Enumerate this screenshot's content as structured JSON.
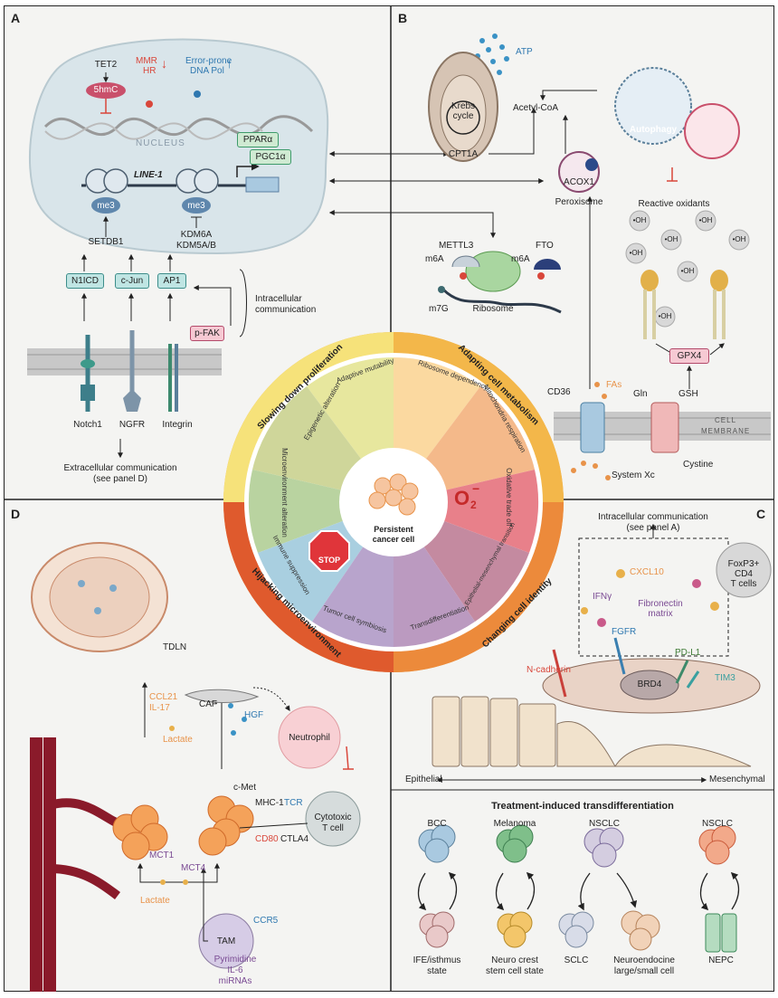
{
  "panel_a": {
    "letter": "A",
    "tet2": "TET2",
    "fivehmc": "5hmC",
    "mmr": "MMR",
    "hr": "HR",
    "error_prone": "Error-prone",
    "dna_pol": "DNA Pol",
    "nucleus": "NUCLEUS",
    "ppara": "PPARα",
    "pgc1a": "PGC1α",
    "line1": "LINE-1",
    "me3_left": "me3",
    "me3_right": "me3",
    "setdb1": "SETDB1",
    "kdm6a": "KDM6A",
    "kdm5ab": "KDM5A/B",
    "n1icd": "N1ICD",
    "cjun": "c-Jun",
    "ap1": "AP1",
    "pfak": "p-FAK",
    "intracellular": "Intracellular",
    "communication": "communication",
    "notch1": "Notch1",
    "ngfr": "NGFR",
    "integrin": "Integrin",
    "extracellular": "Extracellular communication",
    "see_panel_d": "(see panel D)"
  },
  "panel_b": {
    "letter": "B",
    "atp": "ATP",
    "krebs": "Krebs",
    "cycle": "cycle",
    "cpt1a": "CPT1A",
    "acetyl_coa": "Acetyl-CoA",
    "autophagy": "Autophagy",
    "acox1": "ACOX1",
    "peroxisome": "Peroxisome",
    "reactive_oxidants": "Reactive oxidants",
    "oh": "•OH",
    "mettl3": "METTL3",
    "fto": "FTO",
    "m6a_left": "m6A",
    "m6a_right": "m6A",
    "m7g": "m7G",
    "ribosome": "Ribosome",
    "gpx4": "GPX4",
    "cd36": "CD36",
    "fas": "FAs",
    "gln": "Gln",
    "gsh": "GSH",
    "cell": "CELL",
    "membrane": "MEMBRANE",
    "cystine": "Cystine",
    "system_xc": "System Xc"
  },
  "wheel": {
    "center_1": "Persistent",
    "center_2": "cancer cell",
    "quadrants": [
      "Slowing down proliferation",
      "Adapting cell metabolism",
      "Changing cell identity",
      "Hijacking microenvironment"
    ],
    "segments": [
      "Epigenetic alteration",
      "Adaptive mutability",
      "Ribosome dependency",
      "Mitochondria respiration",
      "Oxidative trade off",
      "Epithelial-mesenchymal transition",
      "Transdifferentiation",
      "Tumor cell symbiosis",
      "Immune suppression",
      "Microenvironment alteration"
    ],
    "stop": "STOP",
    "o2": "O",
    "o2_sub": "2",
    "o2_sup": "−"
  },
  "panel_c": {
    "letter": "C",
    "intracellular": "Intracellular communication",
    "see_panel_a": "(see panel A)",
    "cxcl10": "CXCL10",
    "foxp3_1": "FoxP3+",
    "foxp3_2": "CD4",
    "foxp3_3": "T cells",
    "ifng": "IFNγ",
    "fibronectin_1": "Fibronectin",
    "fibronectin_2": "matrix",
    "fgfr": "FGFR",
    "pdl1": "PD-L1",
    "ncadherin": "N-cadherin",
    "brd4": "BRD4",
    "tim3": "TIM3",
    "epithelial": "Epithelial",
    "mesenchymal": "Mesenchymal",
    "treatment_title": "Treatment-induced transdifferentiation",
    "trans": [
      {
        "top": "BCC",
        "bottom_1": "IFE/isthmus",
        "bottom_2": "state"
      },
      {
        "top": "Melanoma",
        "bottom_1": "Neuro crest",
        "bottom_2": "stem cell state"
      },
      {
        "top": "NSCLC",
        "bottom_1": "SCLC",
        "bottom_2": ""
      },
      {
        "top": "NSCLC",
        "bottom_1": "NEPC",
        "bottom_2": ""
      }
    ],
    "neuroendocrine_1": "Neuroendocine",
    "neuroendocrine_2": "large/small cell"
  },
  "panel_d": {
    "letter": "D",
    "tdln": "TDLN",
    "ccl21": "CCL21",
    "il17": "IL-17",
    "caf": "CAF",
    "hgf": "HGF",
    "lactate_top": "Lactate",
    "neutrophil": "Neutrophil",
    "cmet": "c-Met",
    "mhc1": "MHC-1",
    "tcr": "TCR",
    "cd80": "CD80",
    "ctla4": "CTLA4",
    "cytotoxic_1": "Cytotoxic",
    "cytotoxic_2": "T cell",
    "mct1": "MCT1",
    "mct4": "MCT4",
    "lactate_bottom": "Lactate",
    "ccr5": "CCR5",
    "tam": "TAM",
    "pyrimidine": "Pyrimidine",
    "il6": "IL-6",
    "mirnas": "miRNAs"
  },
  "colors": {
    "yellow_quadrant": "#f6e27a",
    "orange_quadrant": "#f2a94a",
    "deep_orange_quadrant": "#e8703a",
    "red_quadrant": "#d9532f",
    "teal_box": "#bfe5e3",
    "pink_box": "#f6c9d3"
  }
}
